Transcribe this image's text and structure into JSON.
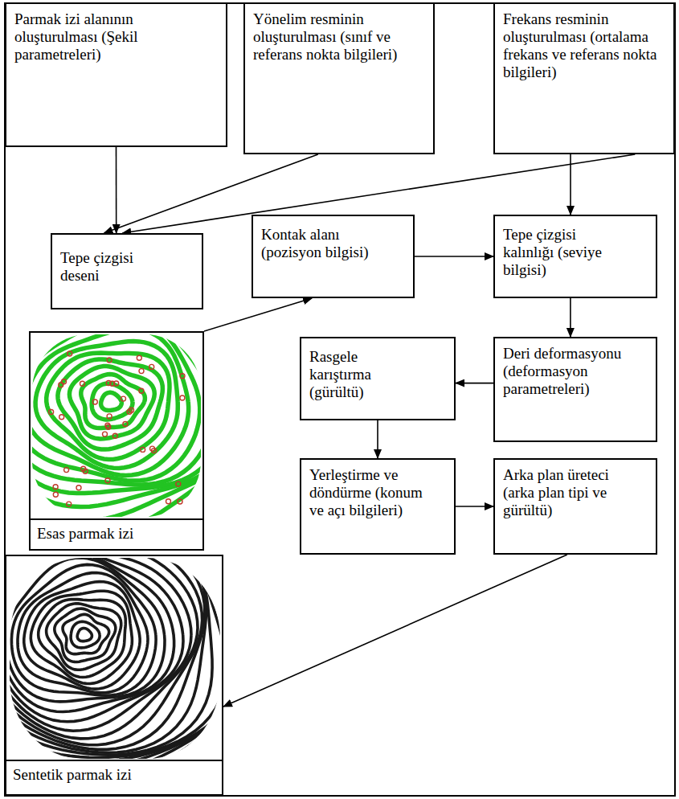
{
  "diagram": {
    "nodes": [
      {
        "text": [
          "Parmak izi alanının oluşturulması (Şekil parametreleri)"
        ]
      },
      {
        "text": [
          "Yönelim resminin oluşturulması (sınıf ve referans nokta bilgileri)"
        ]
      },
      {
        "text": [
          "Frekans resminin oluşturulması (ortalama frekans ve referans nokta bilgileri)"
        ]
      },
      {
        "text": [
          "Tepe çizgisi deseni"
        ]
      },
      {
        "text": [
          "Kontak alanı (pozisyon bilgisi)"
        ]
      },
      {
        "text": [
          "Tepe çizgisi kalınlığı (seviye bilgisi)"
        ]
      },
      {
        "text": [
          "Esas parmak izi"
        ]
      },
      {
        "text": [
          "Rasgele karıştırma (gürültü)"
        ]
      },
      {
        "text": [
          "Deri deformasyonu (deformasyon parametreleri)"
        ]
      },
      {
        "text": [
          "Yerleştirme ve döndürme (konum ve açı bilgileri)"
        ]
      },
      {
        "text": [
          "Arka plan üreteci (arka plan tipi ve gürültü)"
        ]
      },
      {
        "text": [
          "Sentetik parmak izi"
        ]
      }
    ],
    "edges": [
      {
        "from": 0,
        "to": 3,
        "arrow": "to"
      },
      {
        "from": 1,
        "to": 3,
        "arrow": "to"
      },
      {
        "from": 2,
        "to": 3,
        "arrow": "to"
      },
      {
        "from": 2,
        "to": 5,
        "arrow": "to"
      },
      {
        "from": 6,
        "to": 4,
        "arrow": "to"
      },
      {
        "from": 4,
        "to": 5,
        "arrow": "to"
      },
      {
        "from": 5,
        "to": 8,
        "arrow": "to"
      },
      {
        "from": 8,
        "to": 7,
        "arrow": "to"
      },
      {
        "from": 7,
        "to": 9,
        "arrow": "to"
      },
      {
        "from": 9,
        "to": 10,
        "arrow": "to"
      },
      {
        "from": 10,
        "to": 11,
        "arrow": "to"
      }
    ]
  }
}
